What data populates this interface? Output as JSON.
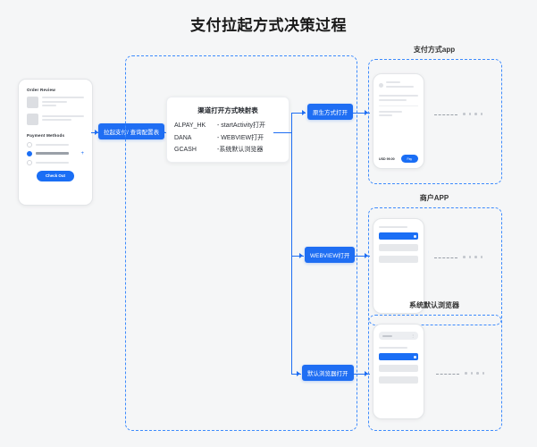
{
  "page": {
    "title": "支付拉起方式决策过程"
  },
  "checkout_phone": {
    "name": "checkout-phone-mockup",
    "order_review_label": "Order Review",
    "payment_methods_label": "Payment Methods",
    "checkout_button": "Check Out"
  },
  "flow": {
    "start_pill": "拉起支付/ 查询配置表",
    "branches": [
      {
        "id": "native",
        "label": "原生方式打开"
      },
      {
        "id": "webview",
        "label": "WEBVIEW打开"
      },
      {
        "id": "browser",
        "label": "默认浏览器打开"
      }
    ]
  },
  "mapping_card": {
    "title": "渠道打开方式映射表",
    "rows": [
      {
        "channel": "ALPAY_HK",
        "method": "- startActivity打开"
      },
      {
        "channel": "DANA",
        "method": "- WEBVIEW打开"
      },
      {
        "channel": "GCASH",
        "method": "-系统默认浏览器"
      }
    ]
  },
  "targets": [
    {
      "id": "payment-app",
      "title": "支付方式app",
      "amount": "USD 99.00",
      "action_button": "Pay"
    },
    {
      "id": "merchant-app",
      "title": "商户APP"
    },
    {
      "id": "system-browser",
      "title": "系统默认浏览器"
    }
  ],
  "colors": {
    "accent": "#1a6ef5",
    "dashed_border": "#3d8bfd",
    "background": "#f5f6f7"
  }
}
